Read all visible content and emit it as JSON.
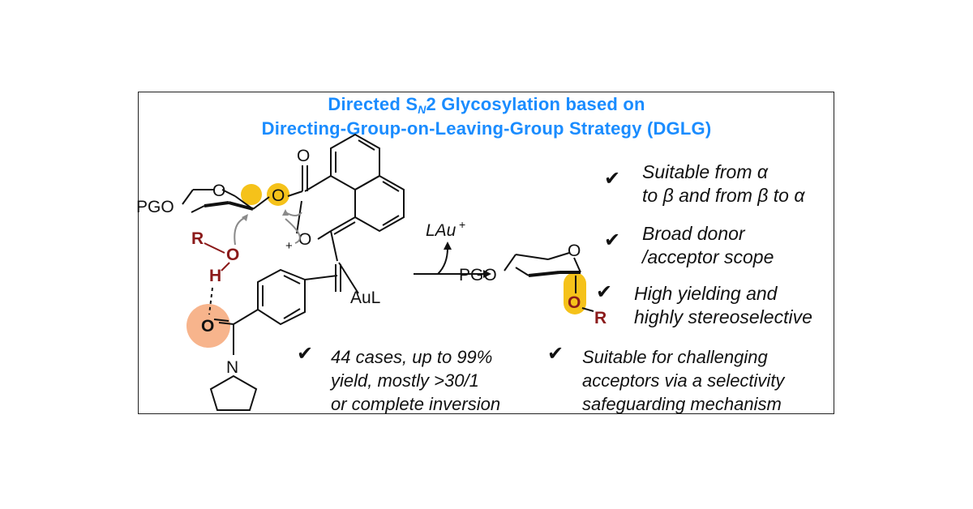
{
  "title": {
    "line1_pre": "Directed S",
    "line1_sub": "N",
    "line1_post": "2 Glycosylation based on",
    "line2": "Directing-Group-on-Leaving-Group Strategy (DGLG)"
  },
  "labels": {
    "pgo_left": "PGO",
    "pgo_right": "PGO",
    "ring_o_left": "O",
    "ester_o": "O",
    "carbonyl_o": "O",
    "oxonium_o": "O",
    "plus": "+",
    "r_left": "R",
    "o_acceptor": "O",
    "h_acceptor": "H",
    "amide_o": "O",
    "amide_n": "N",
    "aul": "AuL",
    "lau": "LAu",
    "lau_charge": "+",
    "ring_o_right": "O",
    "o_product": "O",
    "r_product": "R"
  },
  "features": [
    {
      "line1": "Suitable from α",
      "line2": "to β  and from β to α"
    },
    {
      "line1": "Broad donor",
      "line2": "/acceptor scope"
    },
    {
      "line1": "High yielding and",
      "line2": "highly stereoselective"
    },
    {
      "line1": "44 cases, up to 99%",
      "line2": "yield, mostly >30/1",
      "line3": "or complete inversion"
    },
    {
      "line1": "Suitable for challenging",
      "line2": "acceptors via a selectivity",
      "line3": "safeguarding mechanism"
    }
  ],
  "check_symbol": "✔",
  "colors": {
    "title": "#1a8cff",
    "highlight_yellow": "#f5c21a",
    "highlight_peach": "#f7b48c",
    "acceptor_red": "#8b1a1a",
    "arrow_gray": "#8a8a8a"
  }
}
